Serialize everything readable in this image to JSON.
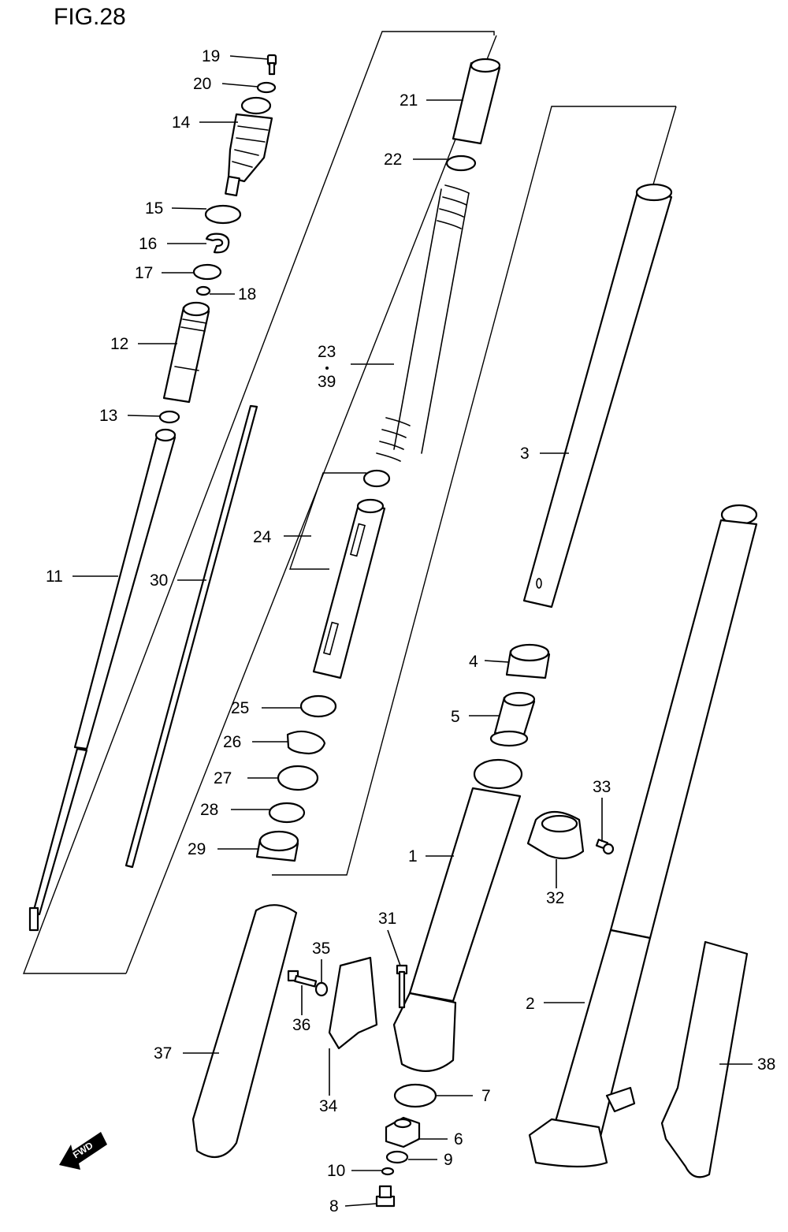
{
  "figure": {
    "title": "FIG.28"
  },
  "fwd_label": "FWD",
  "callouts": [
    {
      "id": "19",
      "text": "19"
    },
    {
      "id": "20",
      "text": "20"
    },
    {
      "id": "14",
      "text": "14"
    },
    {
      "id": "15",
      "text": "15"
    },
    {
      "id": "16",
      "text": "16"
    },
    {
      "id": "17",
      "text": "17"
    },
    {
      "id": "18",
      "text": "18"
    },
    {
      "id": "12",
      "text": "12"
    },
    {
      "id": "13",
      "text": "13"
    },
    {
      "id": "11",
      "text": "11"
    },
    {
      "id": "30",
      "text": "30"
    },
    {
      "id": "21",
      "text": "21"
    },
    {
      "id": "22",
      "text": "22"
    },
    {
      "id": "23",
      "text": "23"
    },
    {
      "id": "39",
      "text": "39"
    },
    {
      "id": "24",
      "text": "24"
    },
    {
      "id": "25",
      "text": "25"
    },
    {
      "id": "26",
      "text": "26"
    },
    {
      "id": "27",
      "text": "27"
    },
    {
      "id": "28",
      "text": "28"
    },
    {
      "id": "29",
      "text": "29"
    },
    {
      "id": "3",
      "text": "3"
    },
    {
      "id": "4",
      "text": "4"
    },
    {
      "id": "5",
      "text": "5"
    },
    {
      "id": "33",
      "text": "33"
    },
    {
      "id": "1",
      "text": "1"
    },
    {
      "id": "32",
      "text": "32"
    },
    {
      "id": "31",
      "text": "31"
    },
    {
      "id": "35",
      "text": "35"
    },
    {
      "id": "36",
      "text": "36"
    },
    {
      "id": "2",
      "text": "2"
    },
    {
      "id": "38",
      "text": "38"
    },
    {
      "id": "37",
      "text": "37"
    },
    {
      "id": "34",
      "text": "34"
    },
    {
      "id": "7",
      "text": "7"
    },
    {
      "id": "6",
      "text": "6"
    },
    {
      "id": "9",
      "text": "9"
    },
    {
      "id": "10",
      "text": "10"
    },
    {
      "id": "8",
      "text": "8"
    }
  ]
}
